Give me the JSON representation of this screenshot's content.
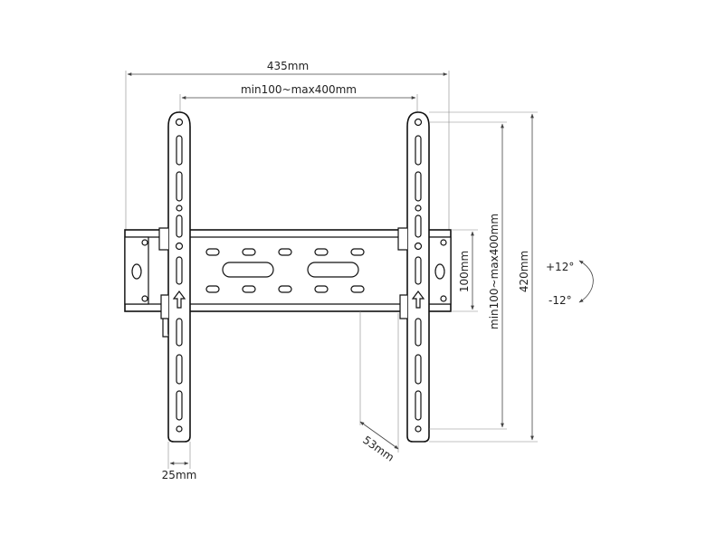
{
  "dimensions": {
    "overall_width": "435mm",
    "vesa_horizontal": "min100~max400mm",
    "overall_height": "420mm",
    "vesa_vertical": "min100~max400mm",
    "wall_plate_height": "100mm",
    "depth": "53mm",
    "arm_width": "25mm"
  },
  "tilt": {
    "up": "+12°",
    "down": "-12°"
  },
  "colors": {
    "line": "#111111",
    "dimension": "#444444"
  }
}
